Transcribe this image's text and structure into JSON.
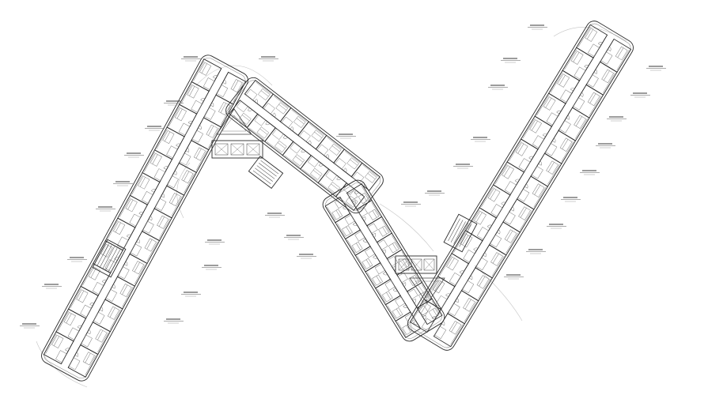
{
  "drawing": {
    "kind": "architectural-floor-plan",
    "line_color": "#2b2b2b",
    "background": "#ffffff",
    "wings": [
      {
        "id": "left-wing",
        "units_per_side": 13
      },
      {
        "id": "center-left-wing",
        "units_per_side": 7
      },
      {
        "id": "center-right-wing",
        "units_per_side": 8
      },
      {
        "id": "right-wing",
        "units_per_side": 13
      }
    ],
    "triangular_courtyards": 2,
    "stair_bridges": 2,
    "room_tag_count": 34
  }
}
